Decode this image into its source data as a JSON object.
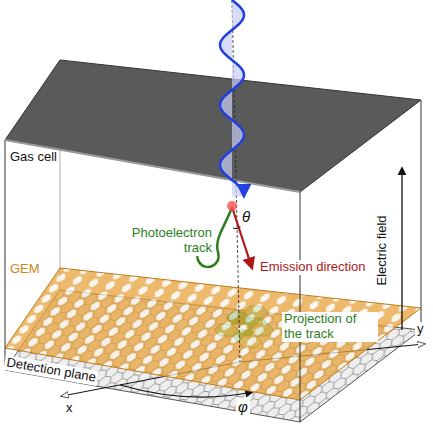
{
  "diagram": {
    "labels": [
      "Gas cell",
      "θ",
      "Photoelectron track",
      "Electric field",
      "Emission direction",
      "GEM",
      "Projection of the track",
      "Detection plane",
      "x",
      "y",
      "φ"
    ]
  }
}
